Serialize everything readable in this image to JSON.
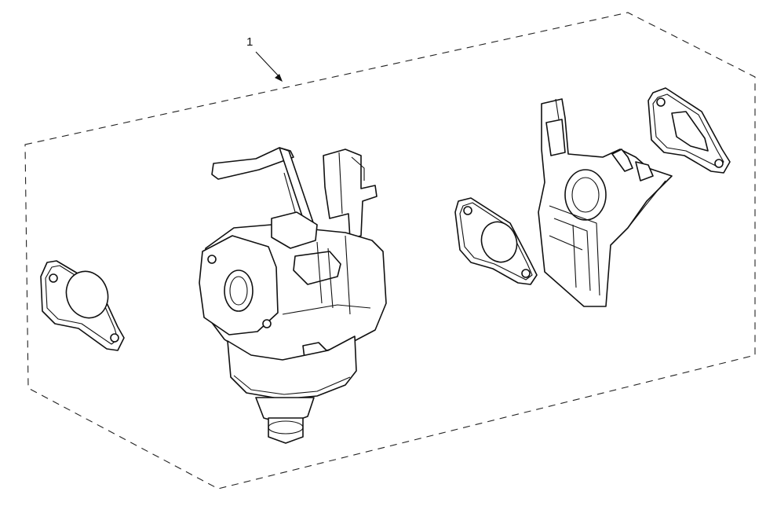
{
  "diagram": {
    "callouts": [
      {
        "label": "1"
      }
    ],
    "parts": [
      {
        "id": "outer-gasket"
      },
      {
        "id": "carburetor"
      },
      {
        "id": "inner-gasket"
      },
      {
        "id": "insulator-bracket"
      },
      {
        "id": "air-filter-gasket"
      }
    ],
    "colors": {
      "line": "#111111",
      "background": "#ffffff"
    }
  }
}
